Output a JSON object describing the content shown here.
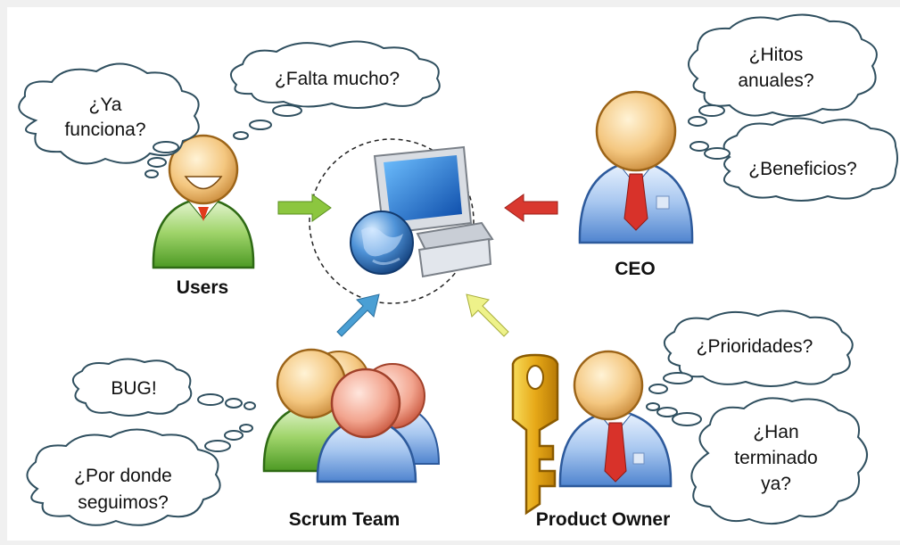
{
  "roles": {
    "users": "Users",
    "ceo": "CEO",
    "scrum_team": "Scrum Team",
    "product_owner": "Product Owner"
  },
  "bubbles": {
    "users_1": [
      "¿Ya",
      "funciona?"
    ],
    "users_2": [
      "¿Falta mucho?"
    ],
    "ceo_1": [
      "¿Hitos",
      "anuales?"
    ],
    "ceo_2": [
      "¿Beneficios?"
    ],
    "scrum_1": [
      "BUG!"
    ],
    "scrum_2": [
      "¿Por donde",
      "seguimos?"
    ],
    "po_1": [
      "¿Prioridades?"
    ],
    "po_2": [
      "¿Han",
      "terminado",
      "ya?"
    ]
  },
  "icons": {
    "center": "computer-globe-icon",
    "users": "smiling-user-icon",
    "ceo": "businessman-icon",
    "scrum_team": "group-icon",
    "product_owner": "key-businessman-icon"
  },
  "colors": {
    "arrow_users": "#8cc63f",
    "arrow_ceo": "#d9382f",
    "arrow_scrum": "#4a9fd4",
    "arrow_po": "#e6ee7a",
    "cloud_stroke": "#2f4f5f"
  }
}
